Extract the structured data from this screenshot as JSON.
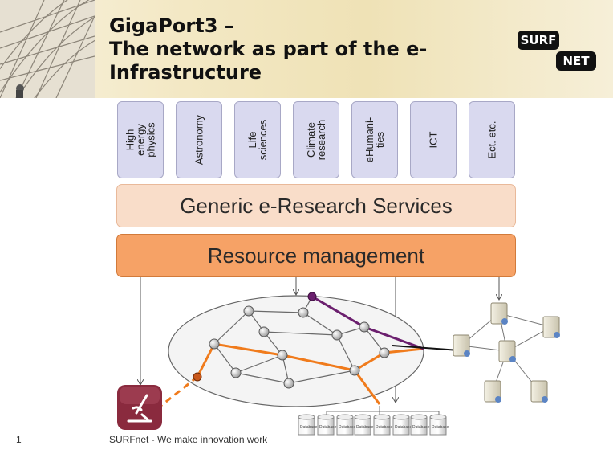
{
  "slide": {
    "title": "GigaPort3 –\nThe network as part of the e-\nInfrastructure",
    "logo": {
      "line1": "SURF",
      "line2": "NET"
    },
    "footer_page_number": "1",
    "footer_text": "SURFnet - We make innovation work"
  },
  "domains": [
    {
      "label": "High\nenergy\nphysics"
    },
    {
      "label": "Astronomy"
    },
    {
      "label": "Life\nsciences"
    },
    {
      "label": "Climate\nresearch"
    },
    {
      "label": "eHumani-\nties"
    },
    {
      "label": "ICT"
    },
    {
      "label": "Ect. etc."
    }
  ],
  "layers": {
    "services": "Generic e-Research Services",
    "resource": "Resource management"
  },
  "database_label": "Database",
  "colors": {
    "domain_fill": "#d9d9ef",
    "services_fill": "#f9ddc9",
    "resource_fill": "#f6a266",
    "orange_path": "#f07b1c",
    "purple_path": "#6b1f6e",
    "instrument_icon": "#8a2a3e"
  }
}
